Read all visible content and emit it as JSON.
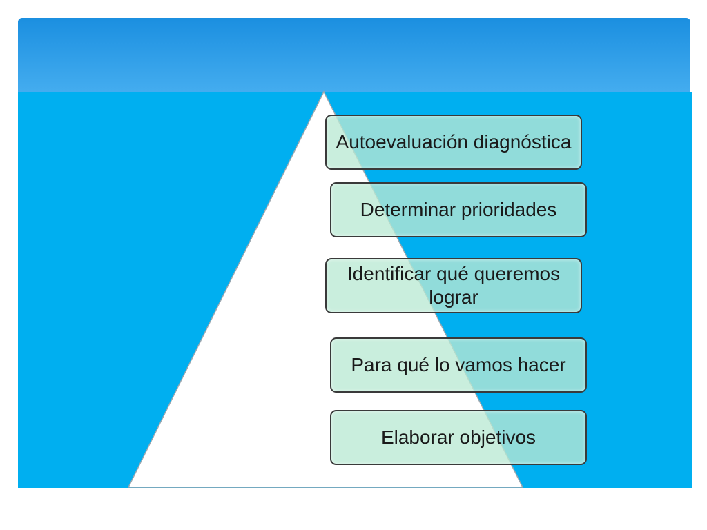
{
  "slide": {
    "colors": {
      "header_gradient_top": "#1b8fe0",
      "header_gradient_bottom": "#5ab8f3",
      "panel": "#00aff0",
      "pyramid": "#ffffff",
      "box_fill": "#bae9d4",
      "box_border": "#3a3a3a"
    }
  },
  "diagram": {
    "type": "pyramid-list",
    "steps": [
      {
        "label": "Autoevaluación diagnóstica"
      },
      {
        "label": "Determinar prioridades"
      },
      {
        "label": "Identificar qué queremos lograr"
      },
      {
        "label": "Para qué lo vamos hacer"
      },
      {
        "label": "Elaborar objetivos"
      }
    ]
  }
}
